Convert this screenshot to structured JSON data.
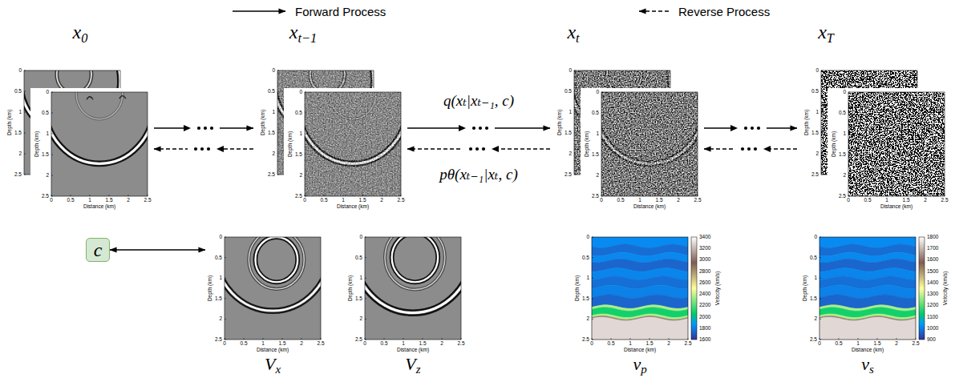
{
  "diagram": {
    "nodes": [
      {
        "text": [
          "x0"
        ]
      },
      {
        "text": [
          "xt−1"
        ]
      },
      {
        "text": [
          "xt"
        ]
      },
      {
        "text": [
          "xT"
        ]
      },
      {
        "text": [
          "c"
        ]
      },
      {
        "text": [
          "Vx"
        ]
      },
      {
        "text": [
          "Vz"
        ]
      },
      {
        "text": [
          "vp"
        ]
      },
      {
        "text": [
          "vs"
        ]
      }
    ],
    "edges": [
      {
        "from": 0,
        "to": 1,
        "arrow": "to"
      },
      {
        "from": 1,
        "to": 0,
        "arrow": "to"
      },
      {
        "from": 1,
        "to": 2,
        "arrow": "to",
        "label": "q(xₜ|xₜ₋₁, c)"
      },
      {
        "from": 2,
        "to": 1,
        "arrow": "to",
        "label": "pθ(xₜ₋₁|xₜ, c)"
      },
      {
        "from": 2,
        "to": 3,
        "arrow": "to"
      },
      {
        "from": 3,
        "to": 2,
        "arrow": "to"
      },
      {
        "from": 4,
        "to": 5,
        "arrow": "both"
      }
    ],
    "labels": [
      "0",
      "0.5",
      "1",
      "1.5",
      "2",
      "2.5",
      "Depth (km)",
      "0",
      "0.5",
      "1",
      "1.5",
      "2",
      "2.5",
      "Depth (km)",
      "0",
      "0.5",
      "1",
      "1.5",
      "2",
      "2.5",
      "Distance (km)",
      "0",
      "0.5",
      "1",
      "1.5",
      "2",
      "2.5",
      "Depth (km)",
      "0",
      "0.5",
      "1",
      "1.5",
      "2",
      "2.5",
      "Depth (km)",
      "0",
      "0.5",
      "1",
      "1.5",
      "2",
      "2.5",
      "Distance (km)",
      "0",
      "0.5",
      "1",
      "1.5",
      "2",
      "2.5",
      "Depth (km)",
      "0",
      "0.5",
      "1",
      "1.5",
      "2",
      "2.5",
      "Depth (km)",
      "0",
      "0.5",
      "1",
      "1.5",
      "2",
      "2.5",
      "Distance (km)",
      "0",
      "0.5",
      "1",
      "1.5",
      "2",
      "2.5",
      "Depth (km)",
      "0",
      "0.5",
      "1",
      "1.5",
      "2",
      "2.5",
      "Depth (km)",
      "0",
      "0.5",
      "1",
      "1.5",
      "2",
      "2.5",
      "Distance (km)",
      "0",
      "0.5",
      "1",
      "1.5",
      "2",
      "2.5",
      "Depth (km)",
      "0",
      "0.5",
      "1",
      "1.5",
      "2",
      "2.5",
      "Distance (km)",
      "0",
      "0.5",
      "1",
      "1.5",
      "2",
      "2.5",
      "Depth (km)",
      "0",
      "0.5",
      "1",
      "1.5",
      "2",
      "2.5",
      "Distance (km)",
      "0",
      "0.5",
      "1",
      "1.5",
      "2",
      "2.5",
      "Depth (km)",
      "0",
      "0.5",
      "1",
      "1.5",
      "2",
      "2.5",
      "Distance (km)",
      "3400",
      "3200",
      "3000",
      "2800",
      "2600",
      "2400",
      "2200",
      "2000",
      "1800",
      "1600",
      "Velocity (km/s)",
      "0",
      "0.5",
      "1",
      "1.5",
      "2",
      "2.5",
      "Depth (km)",
      "0",
      "0.5",
      "1",
      "1.5",
      "2",
      "2.5",
      "Distance (km)",
      "1800",
      "1700",
      "1600",
      "1500",
      "1400",
      "1300",
      "1200",
      "1100",
      "1000",
      "900",
      "Velocity (km/s)"
    ],
    "legend": [
      {
        "text": "Forward Process"
      },
      {
        "text": "Reverse Process"
      }
    ]
  }
}
